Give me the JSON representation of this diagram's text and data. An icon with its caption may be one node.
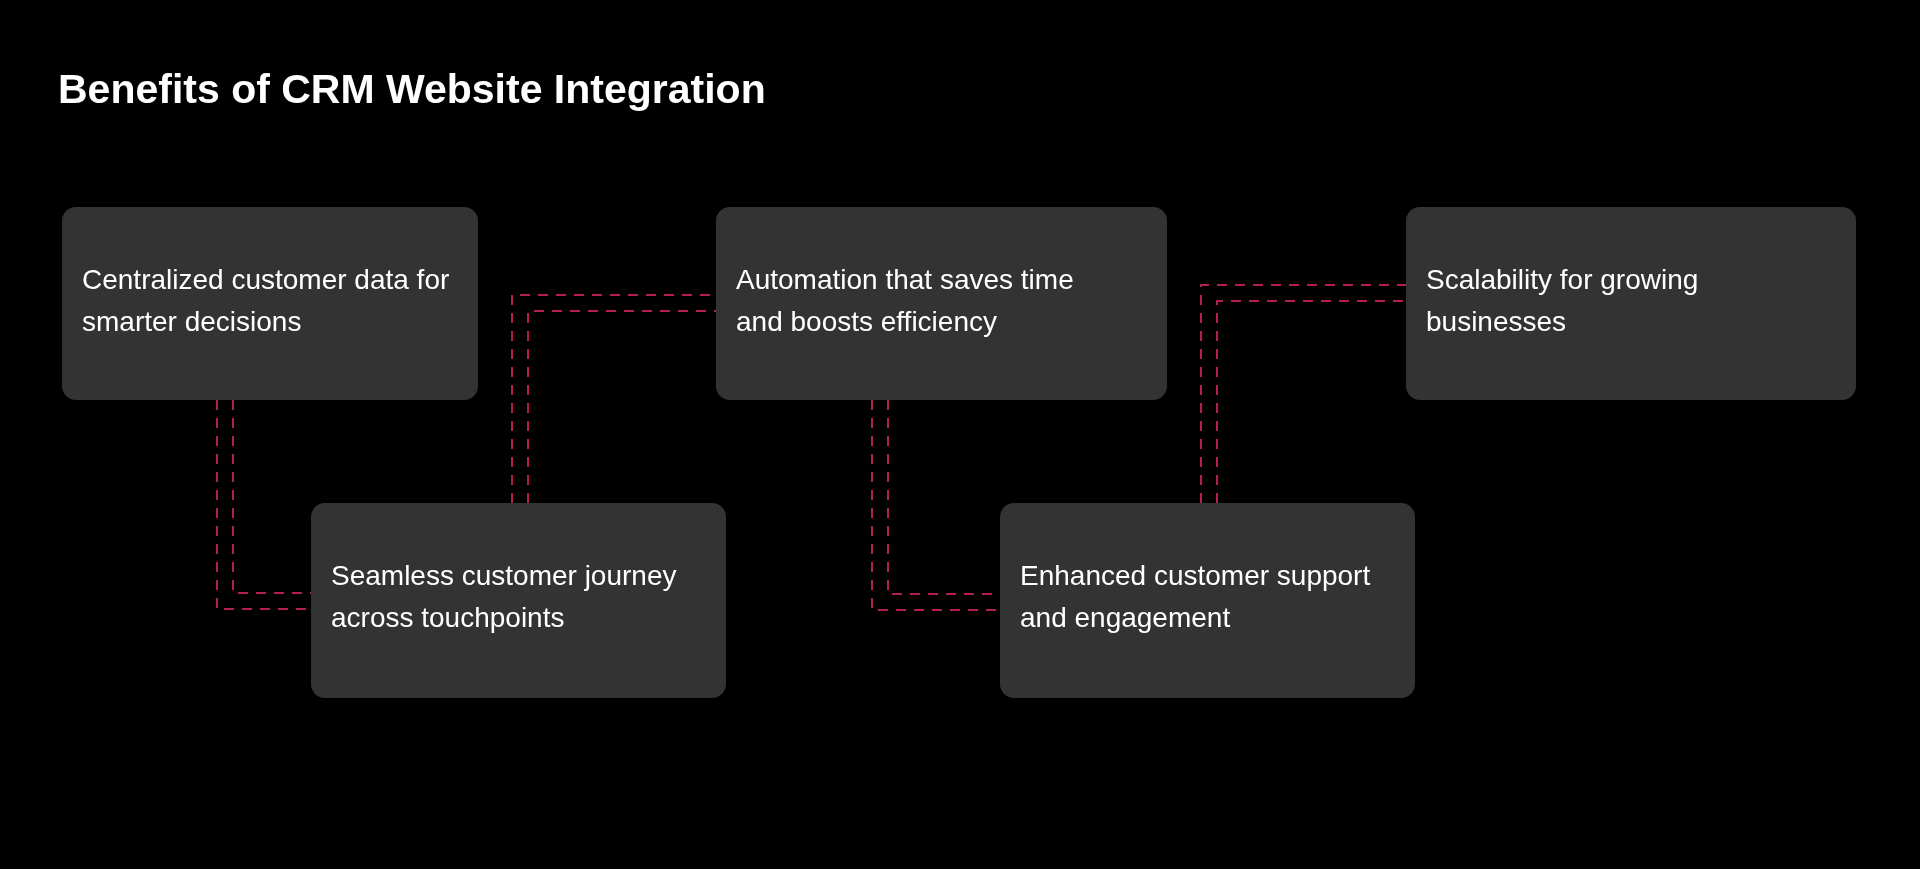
{
  "diagram": {
    "title": "Benefits of CRM Website Integration",
    "nodes": [
      {
        "text": [
          "Centralized customer data for smarter decisions"
        ]
      },
      {
        "text": [
          "Seamless customer journey across touchpoints"
        ]
      },
      {
        "text": [
          "Automation that saves time and boosts efficiency"
        ]
      },
      {
        "text": [
          "Enhanced customer support and engagement"
        ]
      },
      {
        "text": [
          "Scalability for growing businesses"
        ]
      }
    ],
    "edges": [
      {
        "from": 0,
        "to": 1,
        "arrow": "none",
        "style": "dashed",
        "color": "#b3214a"
      },
      {
        "from": 1,
        "to": 2,
        "arrow": "none",
        "style": "dashed",
        "color": "#b3214a"
      },
      {
        "from": 2,
        "to": 3,
        "arrow": "none",
        "style": "dashed",
        "color": "#b3214a"
      },
      {
        "from": 3,
        "to": 4,
        "arrow": "none",
        "style": "dashed",
        "color": "#b3214a"
      }
    ]
  }
}
